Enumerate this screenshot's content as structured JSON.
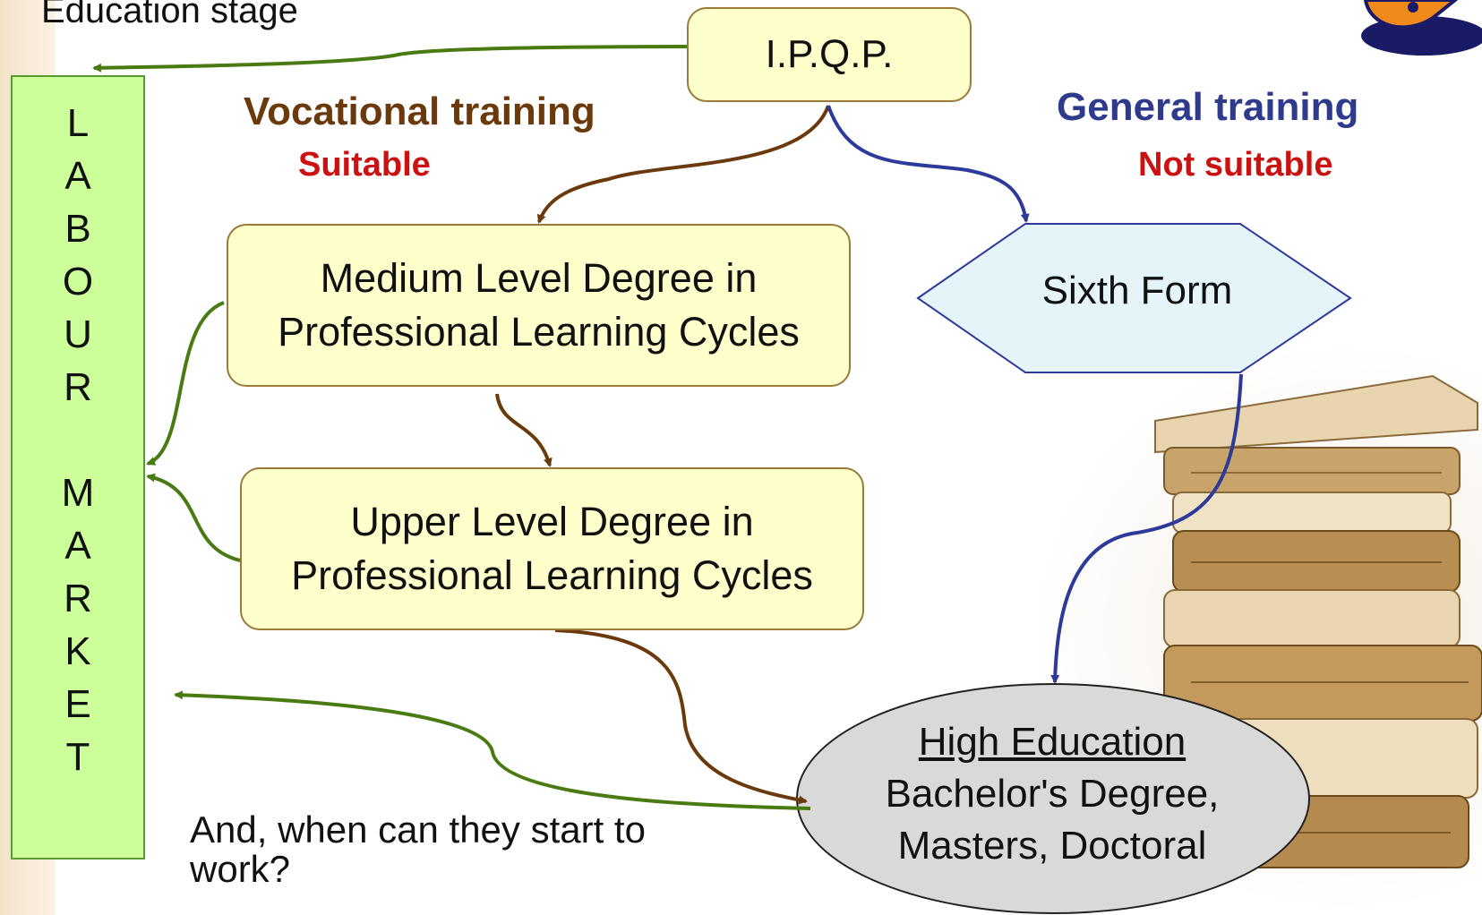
{
  "header": {
    "stage_title": "Education stage"
  },
  "labour_market": {
    "letters": "L\nA\nB\nO\nU\nR\n\nM\nA\nR\nK\nE\nT"
  },
  "nodes": {
    "ipqp": "I.P.Q.P.",
    "medium_line1": "Medium Level Degree in",
    "medium_line2": "Professional Learning Cycles",
    "upper_line1": "Upper Level Degree in",
    "upper_line2": "Professional Learning Cycles",
    "sixth_form": "Sixth Form",
    "high_title": "High Education",
    "high_line2": "Bachelor's Degree,",
    "high_line3": "Masters, Doctoral"
  },
  "branches": {
    "vocational_title": "Vocational training",
    "vocational_note": "Suitable",
    "general_title": "General training",
    "general_note": "Not suitable"
  },
  "footer": {
    "question": "And, when can they start to work?"
  },
  "colors": {
    "vocational_arrow": "#6b3a0c",
    "general_arrow": "#2e3a9a",
    "labour_arrow": "#4a7a12",
    "note_red": "#cc1111",
    "box_fill": "#ffffcc",
    "labour_fill": "#ccff99",
    "hexagon_fill": "#e4f4f8",
    "ellipse_fill": "#d9d9d9"
  },
  "decorations": [
    "books-stack-image",
    "mascot-logo"
  ]
}
